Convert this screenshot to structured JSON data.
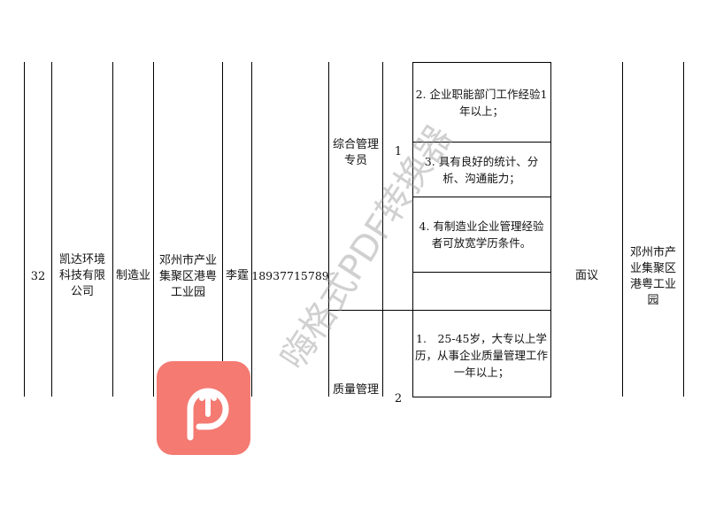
{
  "row": {
    "index": "32",
    "company": "凯达环境科技有限公司",
    "industry": "制造业",
    "address": "邓州市产业集聚区港粤工业园",
    "contact": "李霆",
    "phone": "18937715789",
    "positions": [
      {
        "title": "综合管理专员",
        "count": "1",
        "requirements": [
          "2. 企业职能部门工作经验1年以上；",
          "3. 具有良好的统计、分析、沟通能力；",
          "4. 有制造业企业管理经验者可放宽学历条件。",
          ""
        ]
      },
      {
        "title": "质量管理",
        "count": "2",
        "requirements": [
          "1.　25-45岁，大专以上学历，从事企业质量管理工作一年以上；"
        ]
      }
    ],
    "salary": "面议",
    "work_location": "邓州市产业集聚区港粤工业园"
  },
  "watermark": {
    "text": "嗨格式PDF转换器"
  },
  "colors": {
    "logo_red": "#f47a72",
    "border": "#000000"
  },
  "icons": {
    "logo": "pdf-converter-logo-icon"
  }
}
